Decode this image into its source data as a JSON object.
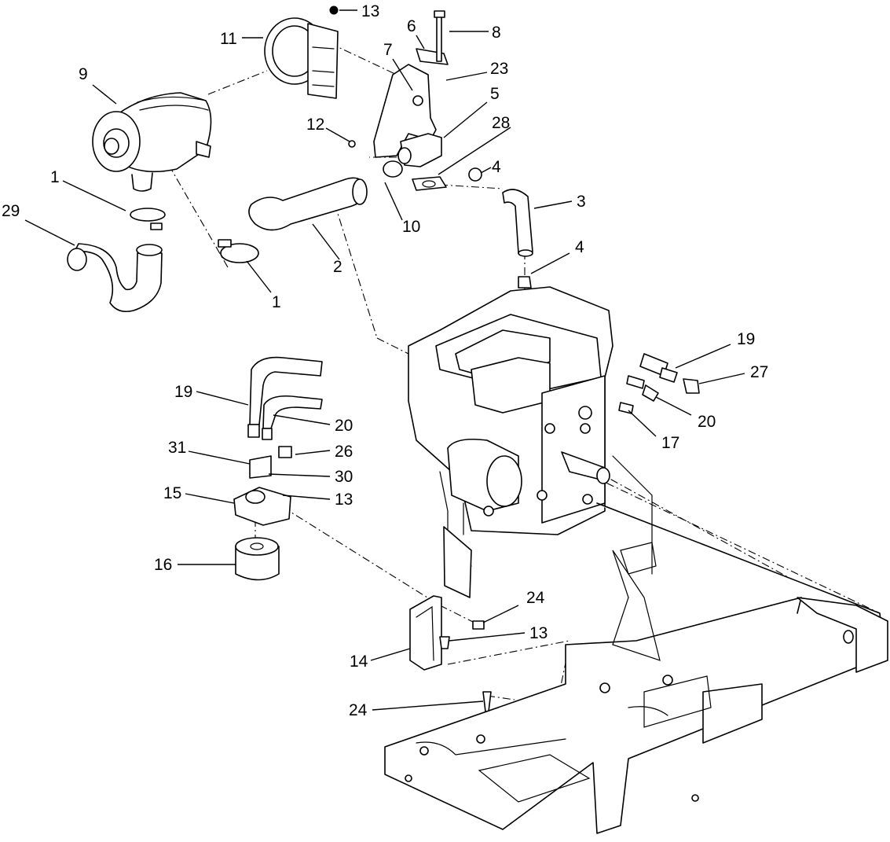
{
  "callouts": {
    "c13a": "13",
    "c11": "11",
    "c6": "6",
    "c8": "8",
    "c9": "9",
    "c7": "7",
    "c23": "23",
    "c5": "5",
    "c12": "12",
    "c28": "28",
    "c4a": "4",
    "c3": "3",
    "c1a": "1",
    "c10": "10",
    "c29": "29",
    "c2": "2",
    "c4b": "4",
    "c1b": "1",
    "c19a": "19",
    "c19b": "19",
    "c27": "27",
    "c20a": "20",
    "c20b": "20",
    "c31": "31",
    "c26": "26",
    "c17": "17",
    "c30": "30",
    "c15": "15",
    "c13b": "13",
    "c16": "16",
    "c24a": "24",
    "c13c": "13",
    "c14": "14",
    "c24b": "24"
  }
}
